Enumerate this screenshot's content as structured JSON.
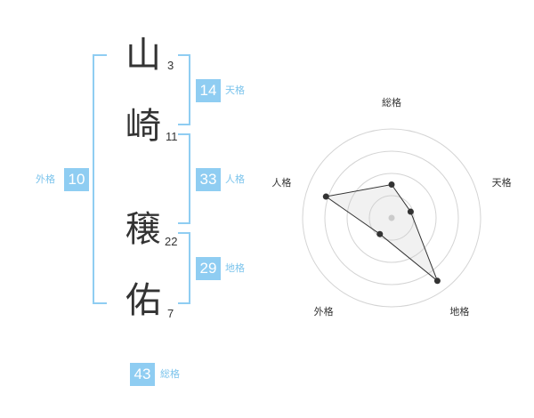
{
  "name": {
    "chars": [
      {
        "char": "山",
        "strokes": "3"
      },
      {
        "char": "崎",
        "strokes": "11"
      },
      {
        "char": "穣",
        "strokes": "22"
      },
      {
        "char": "佑",
        "strokes": "7"
      }
    ]
  },
  "fortune": {
    "tenkaku": {
      "value": "14",
      "label": "天格"
    },
    "jinkaku": {
      "value": "33",
      "label": "人格"
    },
    "chikaku": {
      "value": "29",
      "label": "地格"
    },
    "gaikaku": {
      "value": "10",
      "label": "外格"
    },
    "soukaku": {
      "value": "43",
      "label": "総格"
    }
  },
  "colors": {
    "accent": "#8fcdf2",
    "text": "#333333"
  },
  "chart_data": {
    "type": "radar",
    "axes": [
      "総格",
      "天格",
      "地格",
      "外格",
      "人格"
    ],
    "max": 4,
    "rings": 4,
    "values": [
      1.5,
      0.9,
      3.5,
      0.9,
      3.1
    ]
  }
}
